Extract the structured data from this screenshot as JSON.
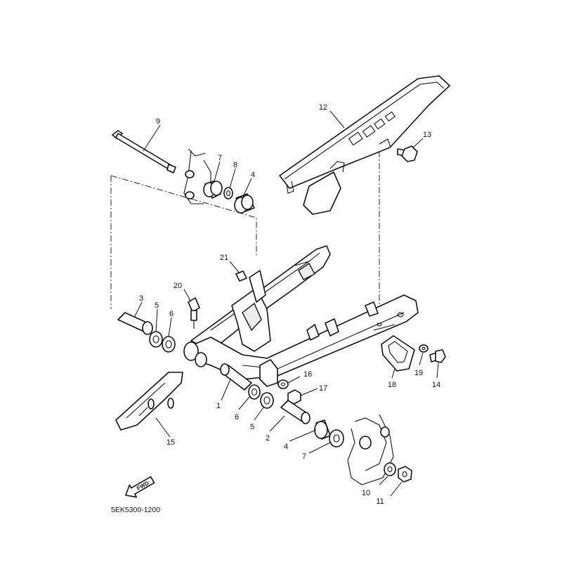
{
  "diagram": {
    "drawing_code": "5EK5300-1200",
    "direction_marker": "FWD",
    "callouts": [
      {
        "id": "c1",
        "label": "1"
      },
      {
        "id": "c2",
        "label": "2"
      },
      {
        "id": "c3",
        "label": "3"
      },
      {
        "id": "c4a",
        "label": "4"
      },
      {
        "id": "c4b",
        "label": "4"
      },
      {
        "id": "c5a",
        "label": "5"
      },
      {
        "id": "c5b",
        "label": "5"
      },
      {
        "id": "c6a",
        "label": "6"
      },
      {
        "id": "c6b",
        "label": "6"
      },
      {
        "id": "c7a",
        "label": "7"
      },
      {
        "id": "c7b",
        "label": "7"
      },
      {
        "id": "c8",
        "label": "8"
      },
      {
        "id": "c9",
        "label": "9"
      },
      {
        "id": "c10",
        "label": "10"
      },
      {
        "id": "c11",
        "label": "11"
      },
      {
        "id": "c12",
        "label": "12"
      },
      {
        "id": "c13",
        "label": "13"
      },
      {
        "id": "c14",
        "label": "14"
      },
      {
        "id": "c15",
        "label": "15"
      },
      {
        "id": "c16",
        "label": "16"
      },
      {
        "id": "c17",
        "label": "17"
      },
      {
        "id": "c18",
        "label": "18"
      },
      {
        "id": "c19",
        "label": "19"
      },
      {
        "id": "c20",
        "label": "20"
      },
      {
        "id": "c21",
        "label": "21"
      }
    ]
  }
}
